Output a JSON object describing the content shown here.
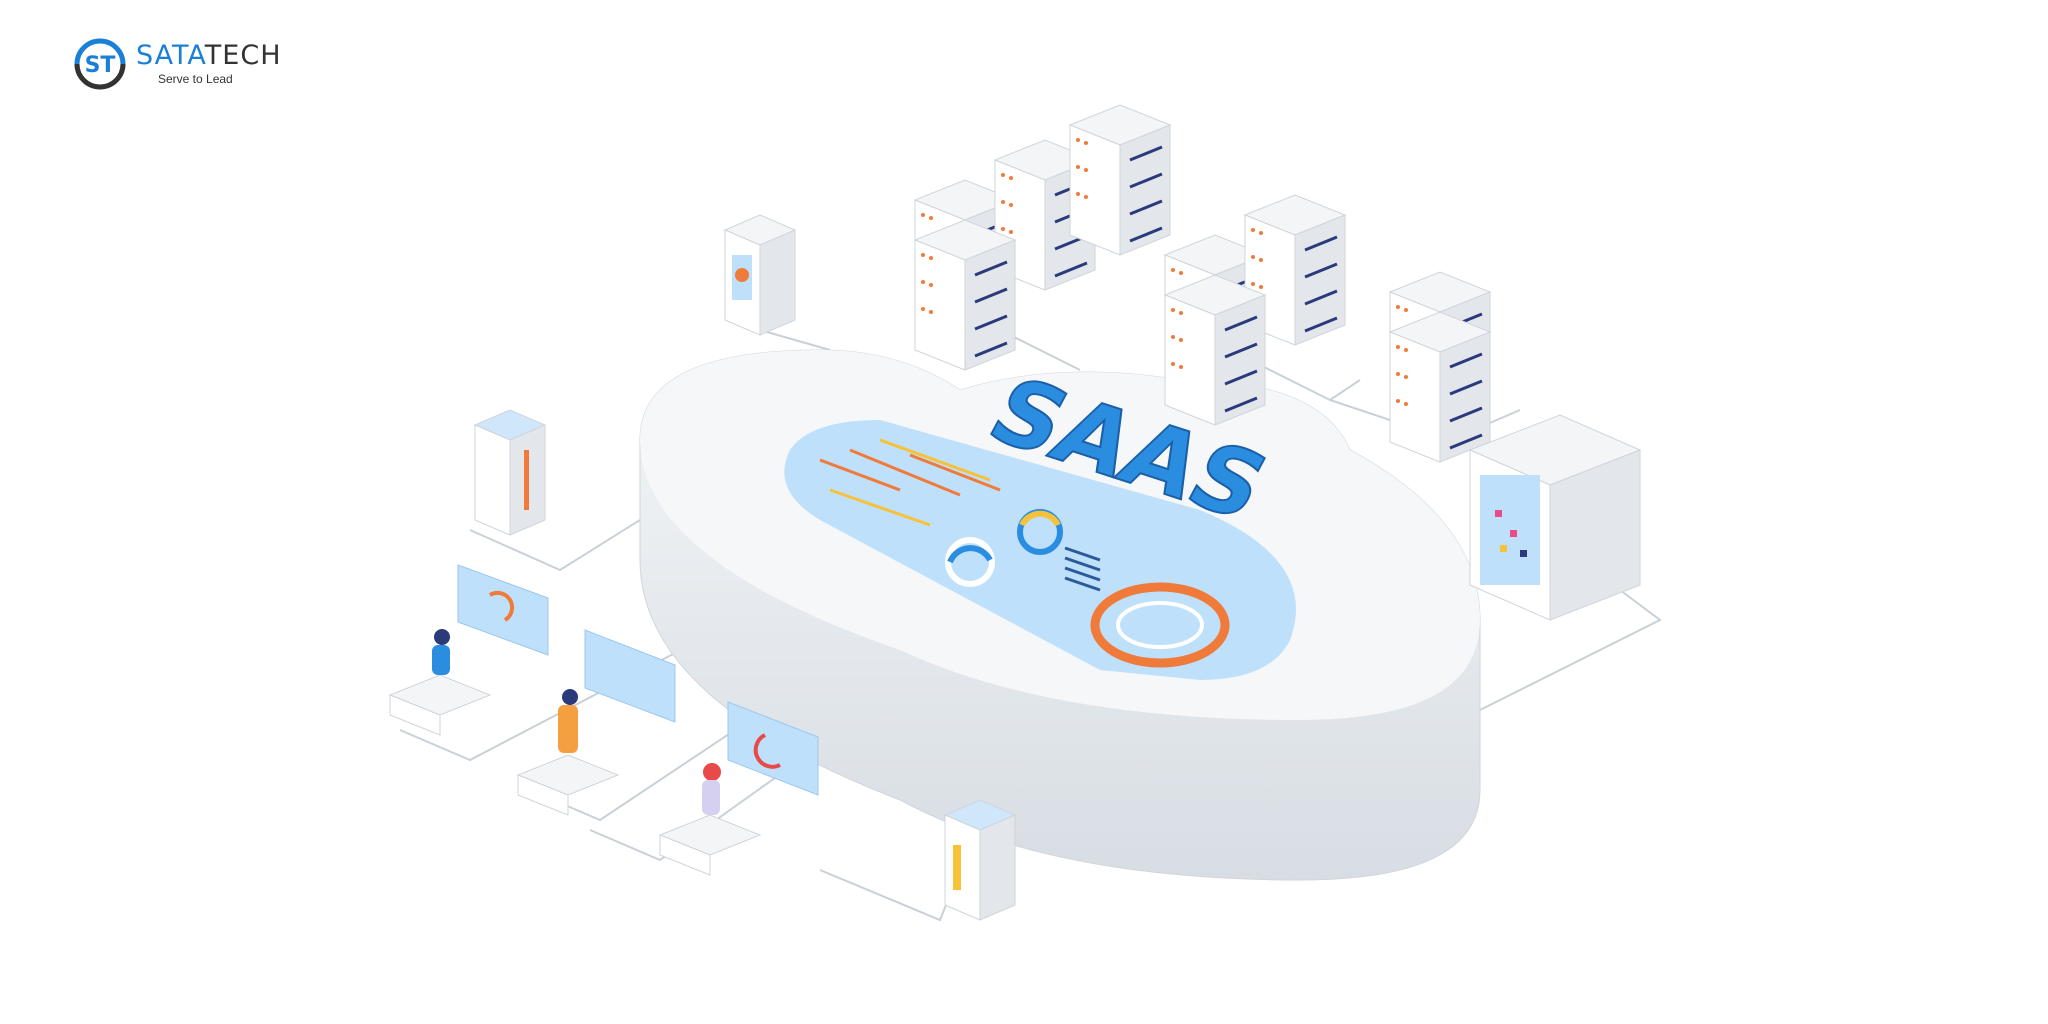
{
  "logo": {
    "brand_part1": "SATA",
    "brand_part2": "TECH",
    "tagline": "Serve to Lead",
    "monogram": "ST"
  },
  "illustration": {
    "headline": "SAAS"
  },
  "colors": {
    "brand_blue": "#1a7fd6",
    "brand_dark": "#333333",
    "saas_blue": "#2b8de0",
    "panel_blue": "#bfe0fa",
    "orange": "#f07a3a",
    "yellow": "#f5c23a"
  }
}
